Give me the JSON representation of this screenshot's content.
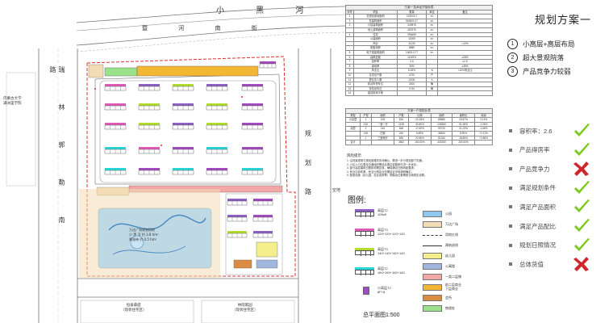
{
  "streets": {
    "top_road": "小 黑 河",
    "top_inner": "暨 河 南 街",
    "left_road": "瑞 林 郭 勒 南 路",
    "right_road_a": "规",
    "right_road_b": "划",
    "right_road_c": "路",
    "school": "内蒙古大学\n满洲里学院",
    "empty_land": "空地",
    "bottom_a": "恒泰豪庭\n（现状住宅区）",
    "bottom_b": "林荫家园\n（现状住宅区）",
    "park_name": "万达广场规划用地",
    "park_note": "小 黑 河 约 3.8 hm²",
    "park_line2": "景观带 约 4.5 hm²"
  },
  "main_table": {
    "title": "方案一技术经济指标表",
    "header": [
      "序号",
      "项目",
      "数量",
      "单位",
      "备注"
    ],
    "rows": [
      [
        "1",
        "总规划用地面积",
        "133933.7",
        "m²",
        ""
      ],
      [
        "2",
        "总建筑面积",
        "516800.17",
        "m²",
        ""
      ],
      [
        "3",
        "计容建筑面积",
        "349878",
        "m²",
        ""
      ],
      [
        "",
        "地上建筑面积",
        "452375",
        "m²",
        ""
      ],
      [
        "4",
        "住宅",
        "396459",
        "m²",
        ""
      ],
      [
        "",
        "公建面积",
        "11969",
        "m²",
        ""
      ],
      [
        "",
        "商业",
        "11130",
        "m²",
        "<10%"
      ],
      [
        "",
        "配套用房",
        "8889",
        "m²",
        ""
      ],
      [
        "5",
        "地下室建筑面积",
        "106313.77",
        "m²",
        ""
      ],
      [
        "6",
        "建筑密度",
        "16.59%",
        "",
        "≤28%"
      ],
      [
        "7",
        "容积率",
        "2.6",
        "",
        "≤2.6"
      ],
      [
        "8",
        "绿地率",
        "35%",
        "",
        "≥35%"
      ],
      [
        "9",
        "商业比",
        "5.25%",
        "%",
        "<10%商业比"
      ],
      [
        "10",
        "住宅总户数",
        "3720",
        "户",
        ""
      ],
      [
        "11",
        "居住总人数",
        "11931",
        "人",
        ""
      ],
      [
        "12",
        "机动车停车位",
        "3000",
        "辆",
        ""
      ],
      [
        "13",
        "非机动车位",
        "1740",
        "辆",
        ""
      ],
      [
        "14",
        "建设用地平衡",
        "",
        "",
        ""
      ]
    ]
  },
  "units_table": {
    "title": "方案一户型配比表",
    "header": [
      "类型",
      "户型",
      "面积",
      "户数",
      "比例",
      "面积",
      "面积比",
      "增减"
    ],
    "rows": [
      [
        "小高层",
        "1",
        "105",
        "816",
        "22.28%",
        "85680",
        "19.87%",
        "+0.3%"
      ],
      [
        "",
        "120",
        "一室一厅",
        "1128",
        "30.80%",
        "135360",
        "31.38%",
        "-1.06%"
      ],
      [
        "高层",
        "2",
        "140",
        "648",
        "17.69%",
        "90720",
        "21.03%",
        "-1.66%"
      ],
      [
        "",
        "160",
        "四室",
        "240",
        "6.55%",
        "38400",
        "8.90%",
        "+2.11%"
      ],
      [
        "",
        "1",
        "三室两厅",
        "830",
        "22.66%",
        "81340",
        "18.86%",
        "+2.86%"
      ],
      [
        "合计",
        "",
        "",
        "3662",
        "100.00%",
        "431500",
        "100.00%",
        ""
      ]
    ]
  },
  "risk": {
    "title": "风险提示",
    "items": [
      "1. 沿河景观带与规划道路关系待确认，需进一步与规划部门沟通；",
      "2. 小区入口位置及交通组织需结合周边道路条件进一步优化；",
      "3. 部分高层建筑日照影响需复核，确保满足日照间距要求；",
      "4. 商业沿街布置，商业比例及业态需结合市场调研确定；",
      "5. 配套设施（幼儿园、社区用房等）规模及位置需按当地规定设置。"
    ]
  },
  "legend": {
    "title": "图例:",
    "left": [
      {
        "label": "高层T2\n105x8",
        "roof": "#8e5fc4",
        "body": "#ffffff"
      },
      {
        "label": "高层T3\n120+120+120+130",
        "roof": "#e05bb8",
        "body": "#ffffff"
      },
      {
        "label": "高层T3\n140+140+140+140",
        "roof": "#b2dd2e",
        "body": "#ffffff"
      },
      {
        "label": "高层T2\n160+160+160+160",
        "roof": "#2bd6d6",
        "body": "#ffffff"
      },
      {
        "label": "小高层T2\n8F+8",
        "roof": "#a14bc0",
        "body": "#ffffff"
      }
    ],
    "right": [
      {
        "label": "公园",
        "color": "#8fc9f0",
        "kind": "fill"
      },
      {
        "label": "万达广场",
        "color": "#f3dcb4",
        "kind": "fill"
      },
      {
        "label": "用地红线",
        "color": "#333333",
        "kind": "dash"
      },
      {
        "label": "建筑退线",
        "color": "#333333",
        "kind": "line"
      },
      {
        "label": "幼儿园",
        "color": "#f4ef8c",
        "kind": "fill"
      },
      {
        "label": "公寓楼",
        "color": "#9fb6de",
        "kind": "fill"
      },
      {
        "label": "一类二层铺",
        "color": "#f3a7a7",
        "kind": "fill"
      },
      {
        "label": "前二层商业\n下层商业",
        "color": "#f4b733",
        "kind": "fill"
      },
      {
        "label": "会所",
        "color": "#d98c42",
        "kind": "fill"
      },
      {
        "label": "售楼处",
        "color": "#9ae38b",
        "kind": "fill"
      }
    ],
    "scale": "总平面图1:500"
  },
  "panel": {
    "title": "规划方案一",
    "features": [
      {
        "num": "1",
        "text": "小高层+高层布局"
      },
      {
        "num": "2",
        "text": "超大景观院落"
      },
      {
        "num": "3",
        "text": "产品竞争力较弱"
      }
    ],
    "criteria": [
      {
        "label": "容积率：2.6",
        "mark": "check"
      },
      {
        "label": "产品得房率",
        "mark": "check"
      },
      {
        "label": "产品竞争力",
        "mark": "cross"
      },
      {
        "label": "满足规划条件",
        "mark": "check"
      },
      {
        "label": "满足产品面积",
        "mark": "check"
      },
      {
        "label": "满足产品配比",
        "mark": "check"
      },
      {
        "label": "规划日照情况",
        "mark": "check"
      },
      {
        "label": "总体货值",
        "mark": "cross"
      }
    ],
    "check_color": "#7dc81f",
    "cross_color": "#d0262b"
  }
}
